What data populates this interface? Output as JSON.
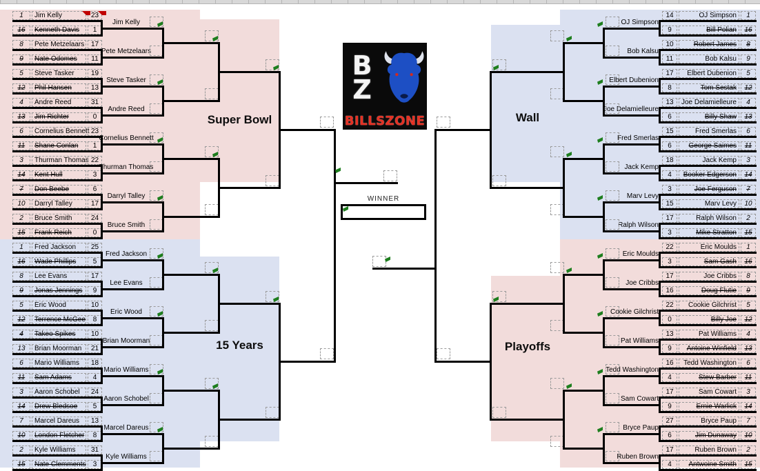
{
  "colors": {
    "rose": "#f2dcdb",
    "lavender": "#dbe1f1",
    "flag_green": "#1e7e1e",
    "note_red": "#c00000",
    "logo_blue": "#1d4fc4",
    "wordmark_red": "#e63022",
    "line_black": "#000000"
  },
  "branding": {
    "initial_top": "B",
    "initial_bottom": "Z",
    "wordmark": "BILLSZONE"
  },
  "center": {
    "winner_label": "WINNER",
    "winner_value": ""
  },
  "quadrants": [
    {
      "id": "top-left",
      "label": "Super Bowl",
      "round1": [
        {
          "seed": "1",
          "name": "Jim Kelly",
          "score": "23",
          "struck": false,
          "note": true
        },
        {
          "seed": "16",
          "name": "Kenneth Davis",
          "score": "1",
          "struck": true
        },
        {
          "seed": "8",
          "name": "Pete Metzelaars",
          "score": "17",
          "struck": false
        },
        {
          "seed": "9",
          "name": "Nate Odomes",
          "score": "11",
          "struck": true
        },
        {
          "seed": "5",
          "name": "Steve Tasker",
          "score": "19",
          "struck": false
        },
        {
          "seed": "12",
          "name": "Phil Hansen",
          "score": "13",
          "struck": true
        },
        {
          "seed": "4",
          "name": "Andre Reed",
          "score": "31",
          "struck": false
        },
        {
          "seed": "13",
          "name": "Jim Richter",
          "score": "0",
          "struck": true
        },
        {
          "seed": "6",
          "name": "Cornelius Bennett",
          "score": "23",
          "struck": false
        },
        {
          "seed": "11",
          "name": "Shane Conlan",
          "score": "1",
          "struck": true
        },
        {
          "seed": "3",
          "name": "Thurman Thomas",
          "score": "22",
          "struck": false
        },
        {
          "seed": "14",
          "name": "Kent Hull",
          "score": "3",
          "struck": true
        },
        {
          "seed": "7",
          "name": "Don Beebe",
          "score": "6",
          "struck": true
        },
        {
          "seed": "10",
          "name": "Darryl Talley",
          "score": "17",
          "struck": false
        },
        {
          "seed": "2",
          "name": "Bruce Smith",
          "score": "24",
          "struck": false
        },
        {
          "seed": "15",
          "name": "Frank Reich",
          "score": "0",
          "struck": true
        }
      ],
      "round2": [
        "Jim Kelly",
        "Pete Metzelaars",
        "Steve Tasker",
        "Andre Reed",
        "Cornelius Bennett",
        "Thurman Thomas",
        "Darryl Talley",
        "Bruce Smith"
      ]
    },
    {
      "id": "bottom-left",
      "label": "15 Years",
      "round1": [
        {
          "seed": "1",
          "name": "Fred Jackson",
          "score": "25",
          "struck": false
        },
        {
          "seed": "16",
          "name": "Wade Phillips",
          "score": "5",
          "struck": true
        },
        {
          "seed": "8",
          "name": "Lee Evans",
          "score": "17",
          "struck": false
        },
        {
          "seed": "9",
          "name": "Jonas Jennings",
          "score": "9",
          "struck": true
        },
        {
          "seed": "5",
          "name": "Eric Wood",
          "score": "10",
          "struck": false
        },
        {
          "seed": "12",
          "name": "Terrence McGee",
          "score": "8",
          "struck": true
        },
        {
          "seed": "4",
          "name": "Takeo Spikes",
          "score": "10",
          "struck": true
        },
        {
          "seed": "13",
          "name": "Brian Moorman",
          "score": "21",
          "struck": false
        },
        {
          "seed": "6",
          "name": "Mario Williams",
          "score": "18",
          "struck": false
        },
        {
          "seed": "11",
          "name": "Sam Adams",
          "score": "4",
          "struck": true
        },
        {
          "seed": "3",
          "name": "Aaron Schobel",
          "score": "24",
          "struck": false
        },
        {
          "seed": "14",
          "name": "Drew Bledsoe",
          "score": "5",
          "struck": true
        },
        {
          "seed": "7",
          "name": "Marcel Dareus",
          "score": "13",
          "struck": false
        },
        {
          "seed": "10",
          "name": "London Fletcher",
          "score": "8",
          "struck": true
        },
        {
          "seed": "2",
          "name": "Kyle Williams",
          "score": "31",
          "struck": false
        },
        {
          "seed": "15",
          "name": "Nate Clemments",
          "score": "3",
          "struck": true
        }
      ],
      "round2": [
        "Fred Jackson",
        "Lee Evans",
        "Eric Wood",
        "Brian Moorman",
        "Mario Williams",
        "Aaron Schobel",
        "Marcel Dareus",
        "Kyle Williams"
      ]
    },
    {
      "id": "top-right",
      "label": "Wall",
      "round1": [
        {
          "seed": "1",
          "name": "OJ Simpson",
          "score": "14",
          "struck": false
        },
        {
          "seed": "16",
          "name": "Bill Polian",
          "score": "9",
          "struck": true
        },
        {
          "seed": "8",
          "name": "Robert James",
          "score": "10",
          "struck": true
        },
        {
          "seed": "9",
          "name": "Bob Kalsu",
          "score": "11",
          "struck": false
        },
        {
          "seed": "5",
          "name": "Elbert Dubenion",
          "score": "17",
          "struck": false
        },
        {
          "seed": "12",
          "name": "Tom Sestak",
          "score": "8",
          "struck": true
        },
        {
          "seed": "4",
          "name": "Joe Delamielleure",
          "score": "13",
          "struck": false
        },
        {
          "seed": "13",
          "name": "Billy Shaw",
          "score": "6",
          "struck": true
        },
        {
          "seed": "6",
          "name": "Fred Smerlas",
          "score": "15",
          "struck": false
        },
        {
          "seed": "11",
          "name": "George Saimes",
          "score": "6",
          "struck": true
        },
        {
          "seed": "3",
          "name": "Jack Kemp",
          "score": "18",
          "struck": false
        },
        {
          "seed": "14",
          "name": "Booker Edgerson",
          "score": "4",
          "struck": true
        },
        {
          "seed": "7",
          "name": "Joe Ferguson",
          "score": "3",
          "struck": true
        },
        {
          "seed": "10",
          "name": "Marv Levy",
          "score": "15",
          "struck": false
        },
        {
          "seed": "2",
          "name": "Ralph Wilson",
          "score": "17",
          "struck": false
        },
        {
          "seed": "15",
          "name": "Mike Stratton",
          "score": "3",
          "struck": true
        }
      ],
      "round2": [
        "OJ Simpson",
        "Bob Kalsu",
        "Elbert Dubenion",
        "Joe Delamielleure",
        "Fred Smerlas",
        "Jack Kemp",
        "Marv Levy",
        "Ralph Wilson"
      ]
    },
    {
      "id": "bottom-right",
      "label": "Playoffs",
      "round1": [
        {
          "seed": "1",
          "name": "Eric Moulds",
          "score": "22",
          "struck": false
        },
        {
          "seed": "16",
          "name": "Sam Gash",
          "score": "3",
          "struck": true
        },
        {
          "seed": "8",
          "name": "Joe Cribbs",
          "score": "17",
          "struck": false
        },
        {
          "seed": "9",
          "name": "Doug Flutie",
          "score": "16",
          "struck": true
        },
        {
          "seed": "5",
          "name": "Cookie Gilchrist",
          "score": "22",
          "struck": false
        },
        {
          "seed": "12",
          "name": "Billy Joe",
          "score": "0",
          "struck": true
        },
        {
          "seed": "4",
          "name": "Pat Williams",
          "score": "13",
          "struck": false
        },
        {
          "seed": "13",
          "name": "Antoine Winfield",
          "score": "9",
          "struck": true
        },
        {
          "seed": "6",
          "name": "Tedd Washington",
          "score": "16",
          "struck": false
        },
        {
          "seed": "11",
          "name": "Stew Barber",
          "score": "4",
          "struck": true
        },
        {
          "seed": "3",
          "name": "Sam Cowart",
          "score": "17",
          "struck": false
        },
        {
          "seed": "14",
          "name": "Ernie Warlick",
          "score": "9",
          "struck": true
        },
        {
          "seed": "7",
          "name": "Bryce Paup",
          "score": "27",
          "struck": false
        },
        {
          "seed": "10",
          "name": "Jim Dunaway",
          "score": "6",
          "struck": true
        },
        {
          "seed": "2",
          "name": "Ruben Brown",
          "score": "17",
          "struck": false
        },
        {
          "seed": "15",
          "name": "Antwoine Smith",
          "score": "4",
          "struck": true
        }
      ],
      "round2": [
        "Eric Moulds",
        "Joe Cribbs",
        "Cookie Gilchrist",
        "Pat Williams",
        "Tedd Washington",
        "Sam Cowart",
        "Bryce Paup",
        "Ruben Brown"
      ]
    }
  ]
}
